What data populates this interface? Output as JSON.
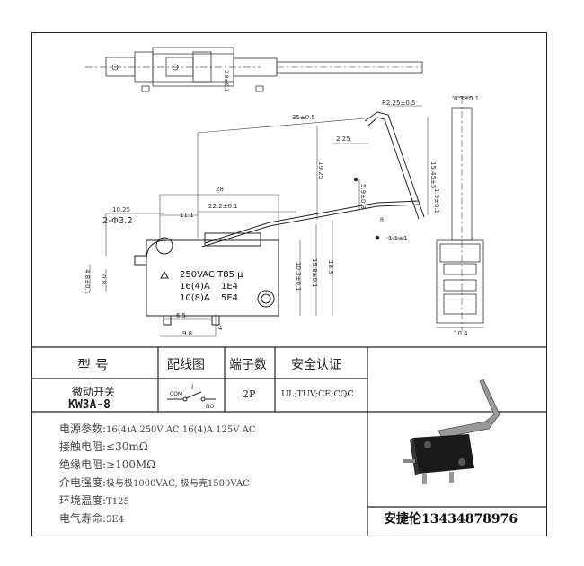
{
  "table": {
    "headers": [
      "型 号",
      "配线图",
      "端子数",
      "安全认证"
    ],
    "row": {
      "type_name": "微动开关",
      "model": "KW3A-8",
      "terminals": "2P",
      "certifications": "UL;TUV;CE;CQC"
    },
    "wiring": {
      "com": "COM",
      "no": "NO",
      "nc_mark": "i"
    }
  },
  "specs": [
    {
      "label": "电源参数:",
      "value": "16(4)A 250V AC  16(4)A 125V AC"
    },
    {
      "label": "接触电阻:",
      "value": "≤30mΩ"
    },
    {
      "label": "绝缘电阻:",
      "value": "≥100MΩ"
    },
    {
      "label": "介电强度:",
      "value": "极与极1000VAC, 极与壳1500VAC"
    },
    {
      "label": "环境温度:",
      "value": "T125"
    },
    {
      "label": "电气寿命:",
      "value": "5E4"
    }
  ],
  "contact": "安捷伦13434878976",
  "body_marking": {
    "line1": "250VAC  T85 μ",
    "line2a": "16(4)A",
    "line2b": "1E4",
    "line3a": "10(8)A",
    "line3b": "5E4"
  },
  "dimensions": {
    "d_35": "35±0.5",
    "d_r225": "R2.25±0.5",
    "d_43": "4.3±0.1",
    "d_225": "2.25",
    "d_1925": "19.25",
    "d_1545": "15.45±5",
    "d_15": "1.5±0.1",
    "d_59": "5.9±0.3",
    "d_28": "28",
    "d_1025": "10.25",
    "d_hole": "2-Φ3.2",
    "d_111": "11.1",
    "d_222": "22.2±0.1",
    "d_r": "R",
    "d_11": "1.1±1",
    "d_48": "4.8±0.1",
    "d_08": "0.8",
    "d_103": "10.3±0.1",
    "d_158": "15.8±0.1",
    "d_183": "18.3",
    "d_65": "6.5",
    "d_98": "9.8",
    "d_4": "4",
    "d_104": "10.4",
    "d_28b": "2.8±0.1"
  }
}
